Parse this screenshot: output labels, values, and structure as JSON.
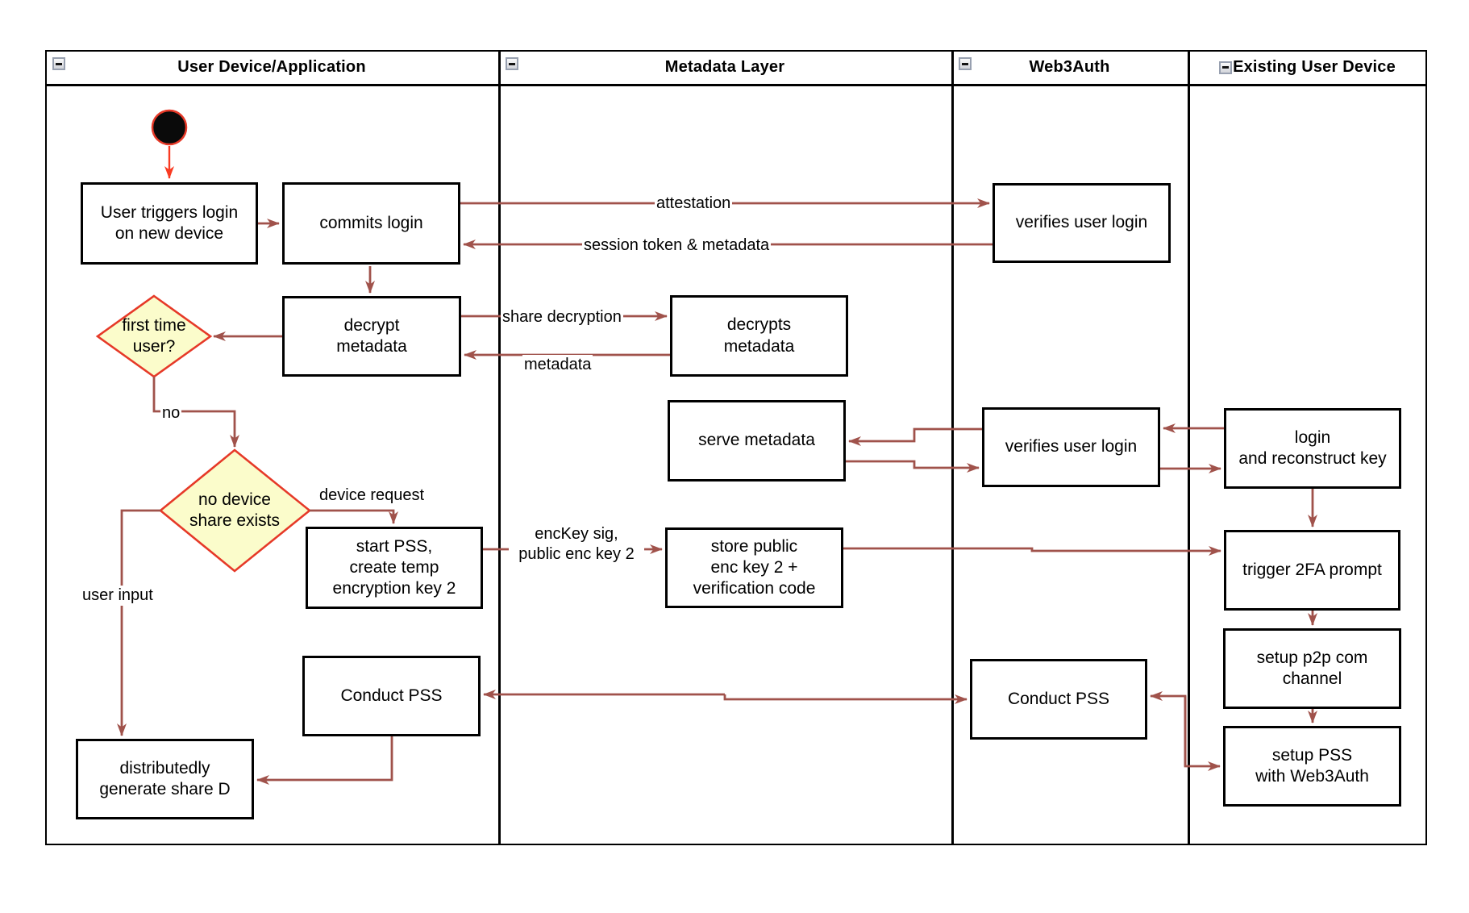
{
  "colors": {
    "arrow": "#a0524b",
    "start_arrow": "#f93b22",
    "decision_border": "#e63928",
    "decision_fill": "#fbfccb",
    "node_border": "#000000",
    "frame": "#000000",
    "text": "#000000",
    "background": "#ffffff"
  },
  "lanes": [
    {
      "title": "User Device/Application",
      "icon": "minus-collapse-icon"
    },
    {
      "title": "Metadata Layer",
      "icon": "minus-collapse-icon"
    },
    {
      "title": "Web3Auth",
      "icon": "minus-collapse-icon"
    },
    {
      "title": "Existing User Device",
      "icon": "minus-collapse-icon"
    }
  ],
  "nodes": {
    "user_triggers_login": "User triggers login\non new device",
    "commits_login": "commits login",
    "decrypt_metadata": "decrypt\nmetadata",
    "start_pss": "start PSS,\ncreate temp\nencryption key 2",
    "conduct_pss_user": "Conduct PSS",
    "generate_share_d": "distributedly\ngenerate share D",
    "decrypts_metadata": "decrypts\nmetadata",
    "serve_metadata": "serve metadata",
    "store_public": "store public\nenc key 2 +\nverification code",
    "verifies_login_top": "verifies user login",
    "verifies_login_mid": "verifies user login",
    "conduct_pss_web3auth": "Conduct PSS",
    "login_reconstruct": "login\nand reconstruct key",
    "trigger_2fa": "trigger 2FA prompt",
    "setup_p2p": "setup p2p com\nchannel",
    "setup_pss": "setup PSS\nwith Web3Auth"
  },
  "decisions": {
    "first_time_user": "first time\nuser?",
    "no_device_share": "no device\nshare exists"
  },
  "edge_labels": {
    "attestation": "attestation",
    "session_token": "session token & metadata",
    "share_decryption": "share decryption",
    "metadata": "metadata",
    "no": "no",
    "device_request": "device request",
    "enckey": "encKey sig,\npublic enc key 2",
    "user_input": "user input"
  }
}
